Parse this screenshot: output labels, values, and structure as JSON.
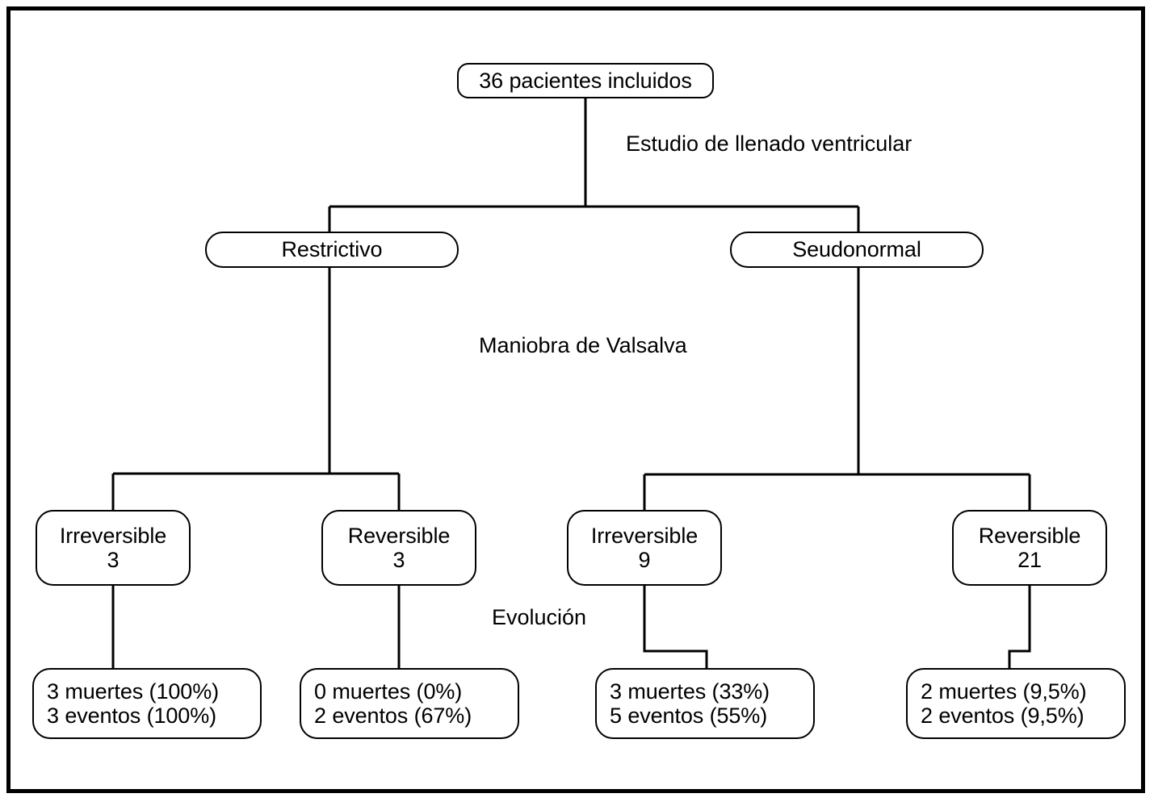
{
  "figure": {
    "type": "flowchart",
    "language": "es",
    "border_color": "#000000",
    "background_color": "#ffffff",
    "line_color": "#000000"
  },
  "nodes": {
    "root": {
      "id": "root",
      "lines": [
        "36 pacientes incluidos"
      ],
      "align": "center"
    },
    "restrictivo": {
      "id": "restrictivo",
      "lines": [
        "Restrictivo"
      ],
      "align": "center"
    },
    "seudonormal": {
      "id": "seudonormal",
      "lines": [
        "Seudonormal"
      ],
      "align": "center"
    },
    "restrictivo_irreversible": {
      "id": "restrictivo-irreversible",
      "lines": [
        "Irreversible",
        "3"
      ],
      "align": "center"
    },
    "restrictivo_reversible": {
      "id": "restrictivo-reversible",
      "lines": [
        "Reversible",
        "3"
      ],
      "align": "center"
    },
    "seudonormal_irreversible": {
      "id": "seudonormal-irreversible",
      "lines": [
        "Irreversible",
        "9"
      ],
      "align": "center"
    },
    "seudonormal_reversible": {
      "id": "seudonormal-reversible",
      "lines": [
        "Reversible",
        "21"
      ],
      "align": "center"
    },
    "outcome_restrictivo_irreversible": {
      "id": "outcome-restrictivo-irreversible",
      "lines": [
        "3 muertes (100%)",
        "3 eventos (100%)"
      ],
      "align": "left"
    },
    "outcome_restrictivo_reversible": {
      "id": "outcome-restrictivo-reversible",
      "lines": [
        "0 muertes (0%)",
        "2 eventos (67%)"
      ],
      "align": "left"
    },
    "outcome_seudonormal_irreversible": {
      "id": "outcome-seudonormal-irreversible",
      "lines": [
        "3 muertes (33%)",
        "5 eventos (55%)"
      ],
      "align": "left"
    },
    "outcome_seudonormal_reversible": {
      "id": "outcome-seudonormal-reversible",
      "lines": [
        "2 muertes (9,5%)",
        "2 eventos (9,5%)"
      ],
      "align": "left"
    }
  },
  "edge_labels": {
    "level1": "Estudio de llenado ventricular",
    "level2": "Maniobra de Valsalva",
    "level3": "Evolución"
  },
  "chart_data": {
    "type": "table",
    "title": "36 pacientes incluidos",
    "total_patients": 36,
    "stages": [
      "Estudio de llenado ventricular",
      "Maniobra de Valsalva",
      "Evolución"
    ],
    "groups": [
      {
        "filling_pattern": "Restrictivo",
        "valsalva": "Irreversible",
        "n": 3,
        "deaths": "3 muertes (100%)",
        "events": "3 eventos (100%)"
      },
      {
        "filling_pattern": "Restrictivo",
        "valsalva": "Reversible",
        "n": 3,
        "deaths": "0 muertes (0%)",
        "events": "2 eventos (67%)"
      },
      {
        "filling_pattern": "Seudonormal",
        "valsalva": "Irreversible",
        "n": 9,
        "deaths": "3 muertes (33%)",
        "events": "5 eventos (55%)"
      },
      {
        "filling_pattern": "Seudonormal",
        "valsalva": "Reversible",
        "n": 21,
        "deaths": "2 muertes (9,5%)",
        "events": "2 eventos (9,5%)"
      }
    ]
  }
}
